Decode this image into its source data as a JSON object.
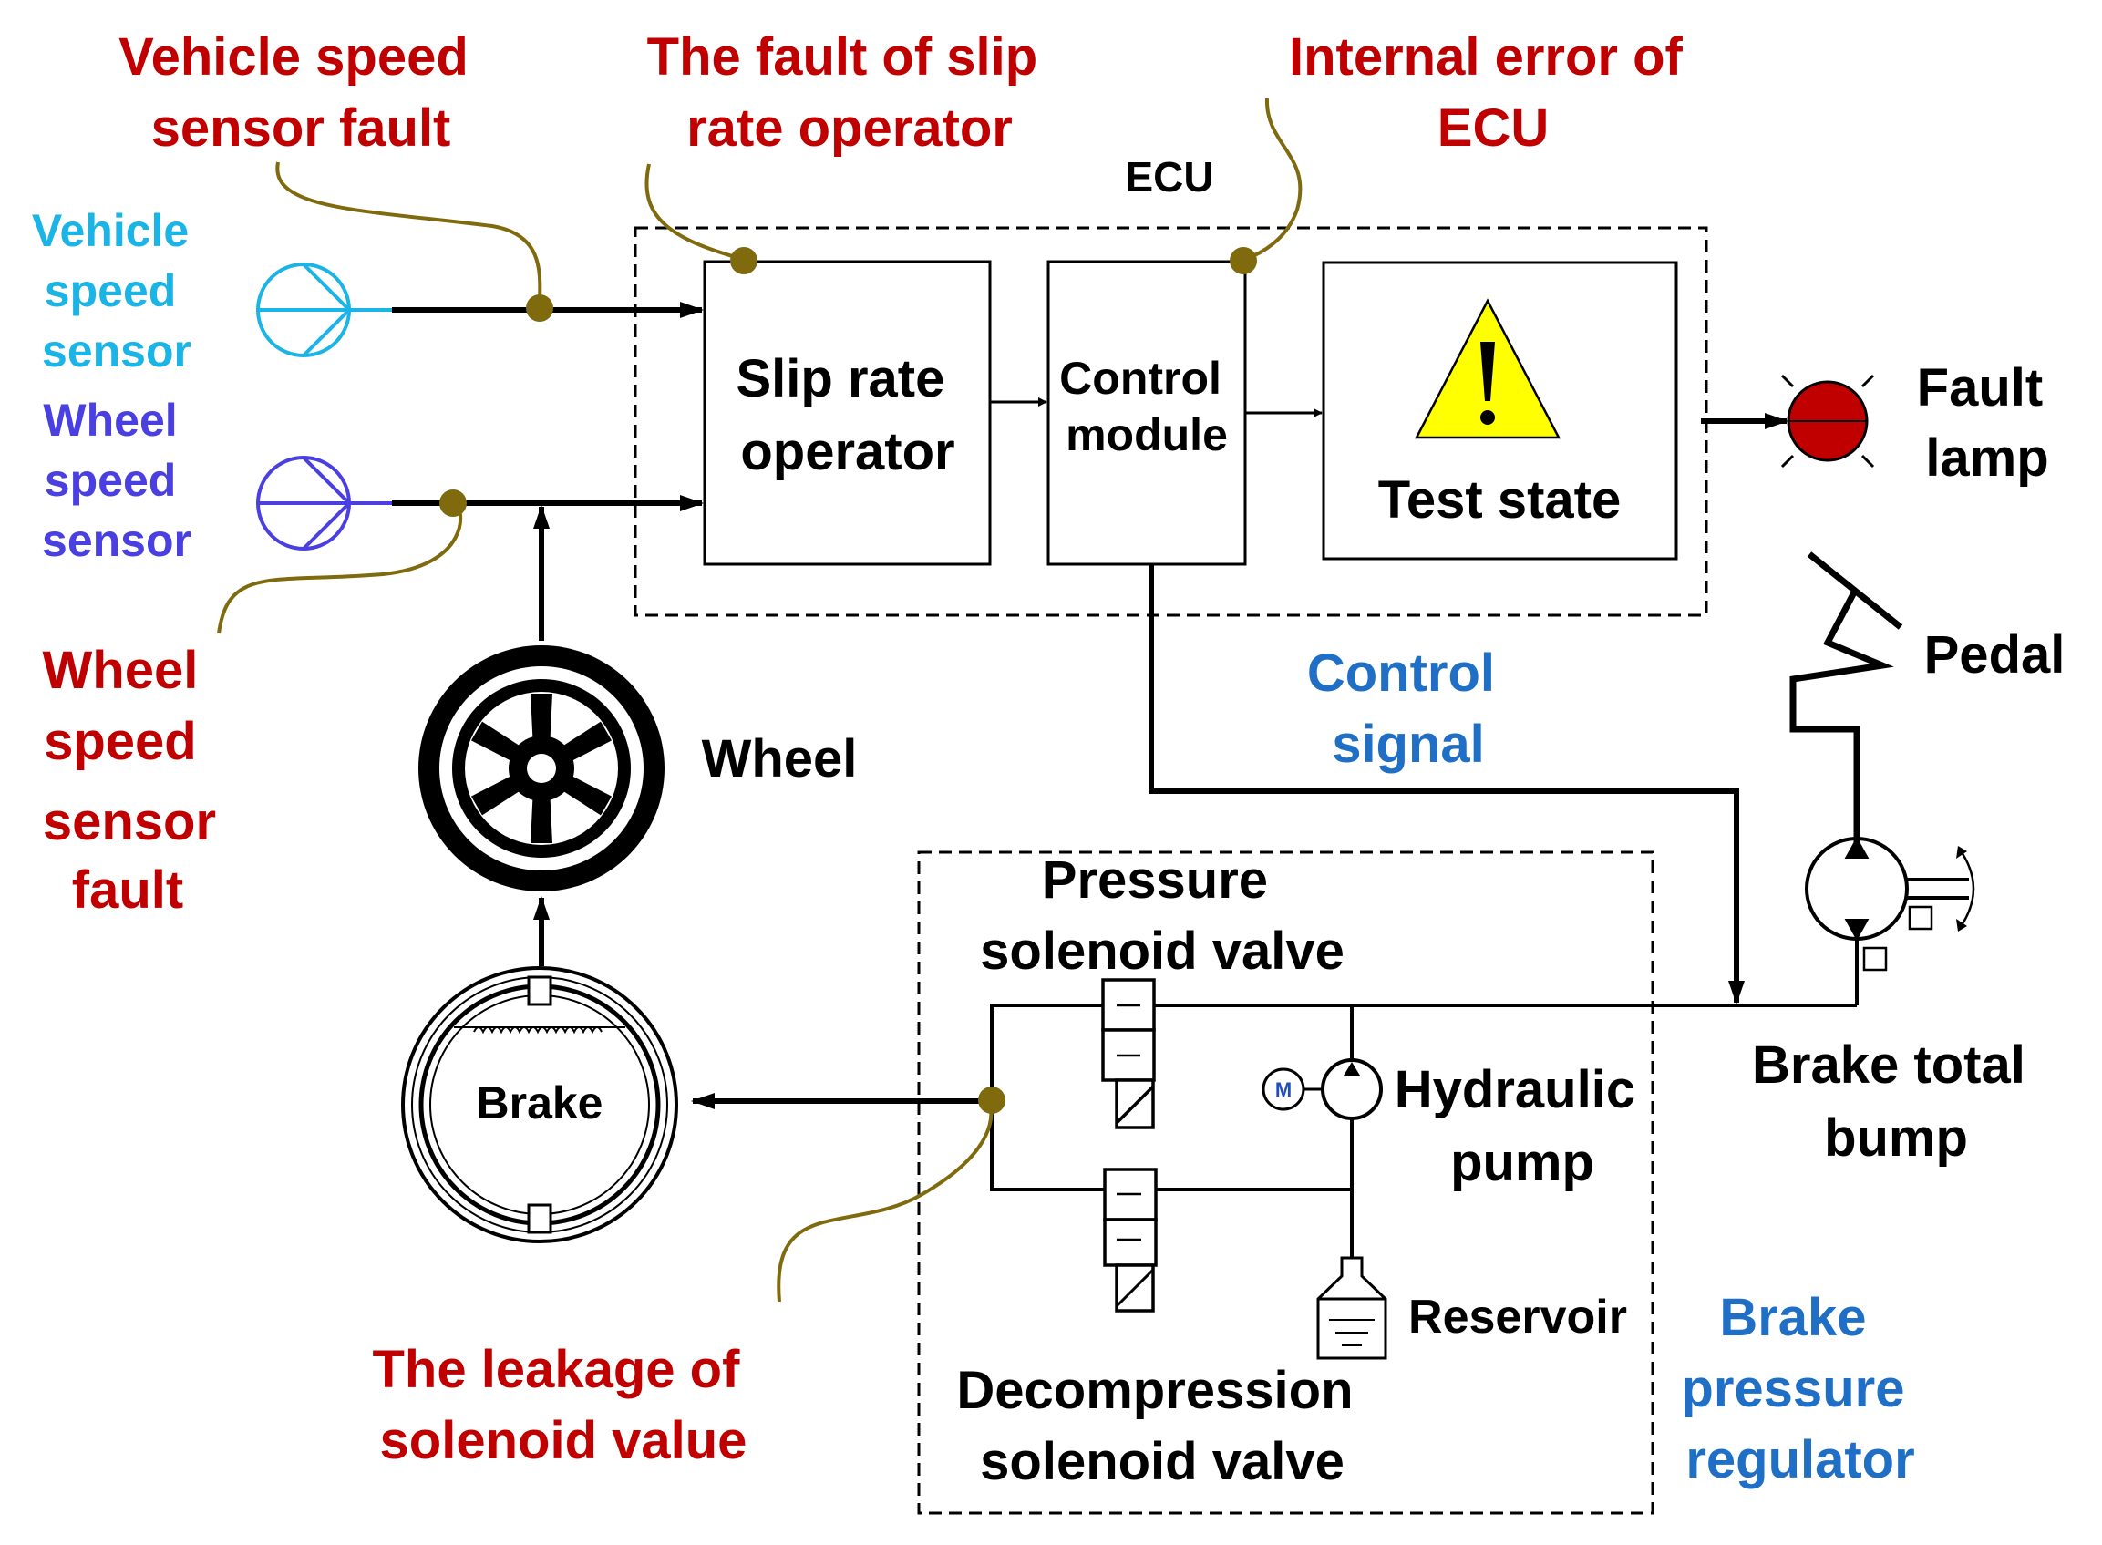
{
  "labels": {
    "vehicle_speed_sensor_fault": [
      "Vehicle speed",
      "sensor fault"
    ],
    "slip_operator_fault": [
      "The fault of slip",
      "rate operator"
    ],
    "ecu_internal_error": [
      "Internal error of",
      "ECU"
    ],
    "ecu_title": "ECU",
    "vehicle_speed_sensor": [
      "Vehicle",
      "speed",
      "sensor"
    ],
    "wheel_speed_sensor": [
      "Wheel",
      "speed",
      "sensor"
    ],
    "slip_rate_operator": [
      "Slip rate",
      "operator"
    ],
    "control_module": [
      "Control",
      "module"
    ],
    "test_state": "Test state",
    "fault_lamp": [
      "Fault",
      "lamp"
    ],
    "pedal": "Pedal",
    "wheel_speed_sensor_fault": [
      "Wheel",
      "speed",
      "sensor",
      "fault"
    ],
    "wheel": "Wheel",
    "control_signal": [
      "Control",
      "signal"
    ],
    "pressure_solenoid_valve": [
      "Pressure",
      "solenoid valve"
    ],
    "hydraulic_pump": [
      "Hydraulic",
      "pump"
    ],
    "brake_total_bump": [
      "Brake total",
      "bump"
    ],
    "brake": "Brake",
    "motor_symbol": "M",
    "reservoir": "Reservoir",
    "solenoid_leakage": [
      "The leakage of",
      "solenoid value"
    ],
    "decompression_solenoid_valve": [
      "Decompression",
      "solenoid valve"
    ],
    "brake_pressure_regulator": [
      "Brake",
      "pressure",
      "regulator"
    ]
  },
  "colors": {
    "fault_text": "#c00000",
    "vehicle_sensor": "#1ab4e6",
    "wheel_sensor": "#4a3fe0",
    "annotation_blue": "#1f6fc6",
    "fault_marker": "#7f6a0e",
    "lamp": "#c00000",
    "warning_yellow": "#ffff00"
  }
}
